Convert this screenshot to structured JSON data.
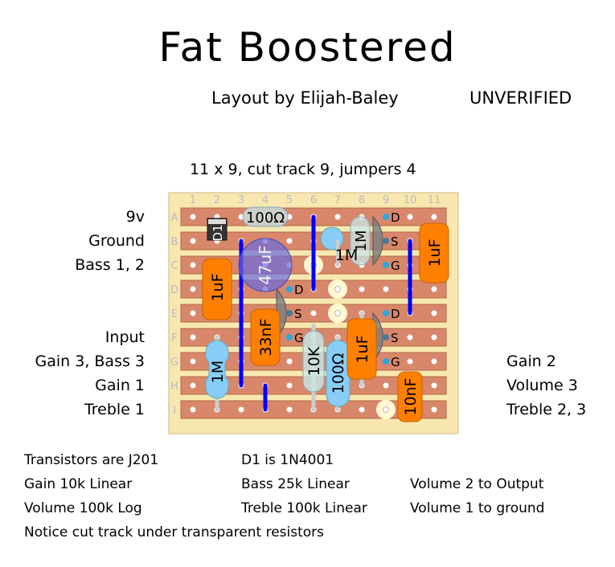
{
  "title": "Fat Boostered",
  "author": "Layout by Elijah-Baley",
  "status": "UNVERIFIED",
  "summary": "11 x 9, cut track 9, jumpers 4",
  "board": {
    "columns": [
      "1",
      "2",
      "3",
      "4",
      "5",
      "6",
      "7",
      "8",
      "9",
      "10",
      "11"
    ],
    "rows": [
      "A",
      "B",
      "C",
      "D",
      "E",
      "F",
      "G",
      "H",
      "I"
    ],
    "colors": {
      "board": "#f8e8b0",
      "strip": "#d8876a",
      "jumper": "#0000ff",
      "cap": "#ff8000",
      "resistor_blue": "#88ccf8",
      "transistor": "#808080"
    }
  },
  "left_labels": [
    {
      "row": "A",
      "text": "9v"
    },
    {
      "row": "B",
      "text": "Ground"
    },
    {
      "row": "C",
      "text": "Bass 1, 2"
    },
    {
      "row": "F",
      "text": "Input"
    },
    {
      "row": "G",
      "text": "Gain 3, Bass 3"
    },
    {
      "row": "H",
      "text": "Gain 1"
    },
    {
      "row": "I",
      "text": "Treble 1"
    }
  ],
  "right_labels": [
    {
      "row": "G",
      "text": "Gain 2"
    },
    {
      "row": "H",
      "text": "Volume 3"
    },
    {
      "row": "I",
      "text": "Treble 2, 3"
    }
  ],
  "components": {
    "r_100_top": "100Ω",
    "d1": "D1",
    "c_47uf": "47uF",
    "r_1m_round": "1M",
    "r_1m_vertical": "1M",
    "c_1uf_right": "1uF",
    "c_1uf_left": "1uF",
    "c_33nf": "33nF",
    "r_10k": "10K",
    "r_100_bottom": "100Ω",
    "c_1uf_mid": "1uF",
    "c_10nf": "10nF",
    "r_1m_left": "1M",
    "pin_d": "D",
    "pin_s": "S",
    "pin_g": "G"
  },
  "notes": {
    "transistors": "Transistors are J201",
    "d1": "D1 is 1N4001",
    "gain": "Gain 10k Linear",
    "bass": "Bass 25k Linear",
    "vol2": "Volume 2 to Output",
    "volume": "Volume 100k Log",
    "treble": "Treble 100k Linear",
    "vol1": "Volume 1 to ground",
    "cut": "Notice cut track under transparent resistors"
  }
}
